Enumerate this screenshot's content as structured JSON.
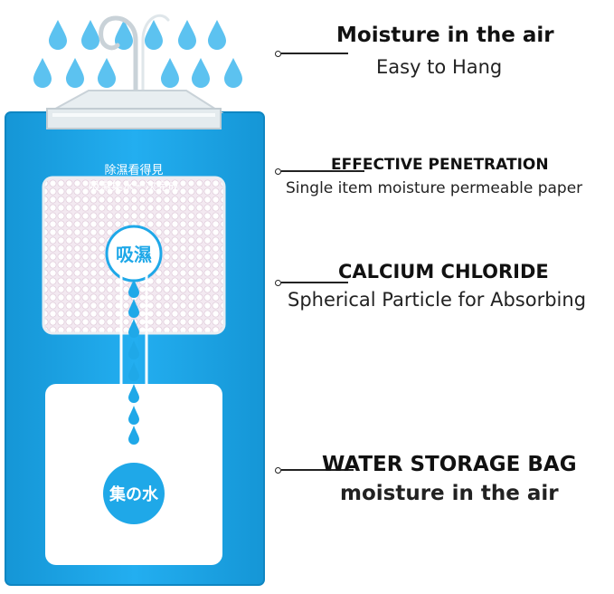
{
  "product": {
    "panel_text_line1": "除濕看得見",
    "panel_text_line2": "吸濕集水一次完成",
    "absorb_label": "吸濕",
    "collect_label": "集の水",
    "bag_color": "#1fa8e8",
    "drop_color": "#5cc2f0"
  },
  "features": [
    {
      "title": "Moisture in the air",
      "subtitle": "Easy to Hang"
    },
    {
      "title": "EFFECTIVE PENETRATION",
      "subtitle": "Single item moisture permeable paper"
    },
    {
      "title": "CALCIUM CHLORIDE",
      "subtitle": "Spherical Particle for Absorbing"
    },
    {
      "title": "WATER STORAGE BAG",
      "subtitle": "moisture in the air"
    }
  ]
}
